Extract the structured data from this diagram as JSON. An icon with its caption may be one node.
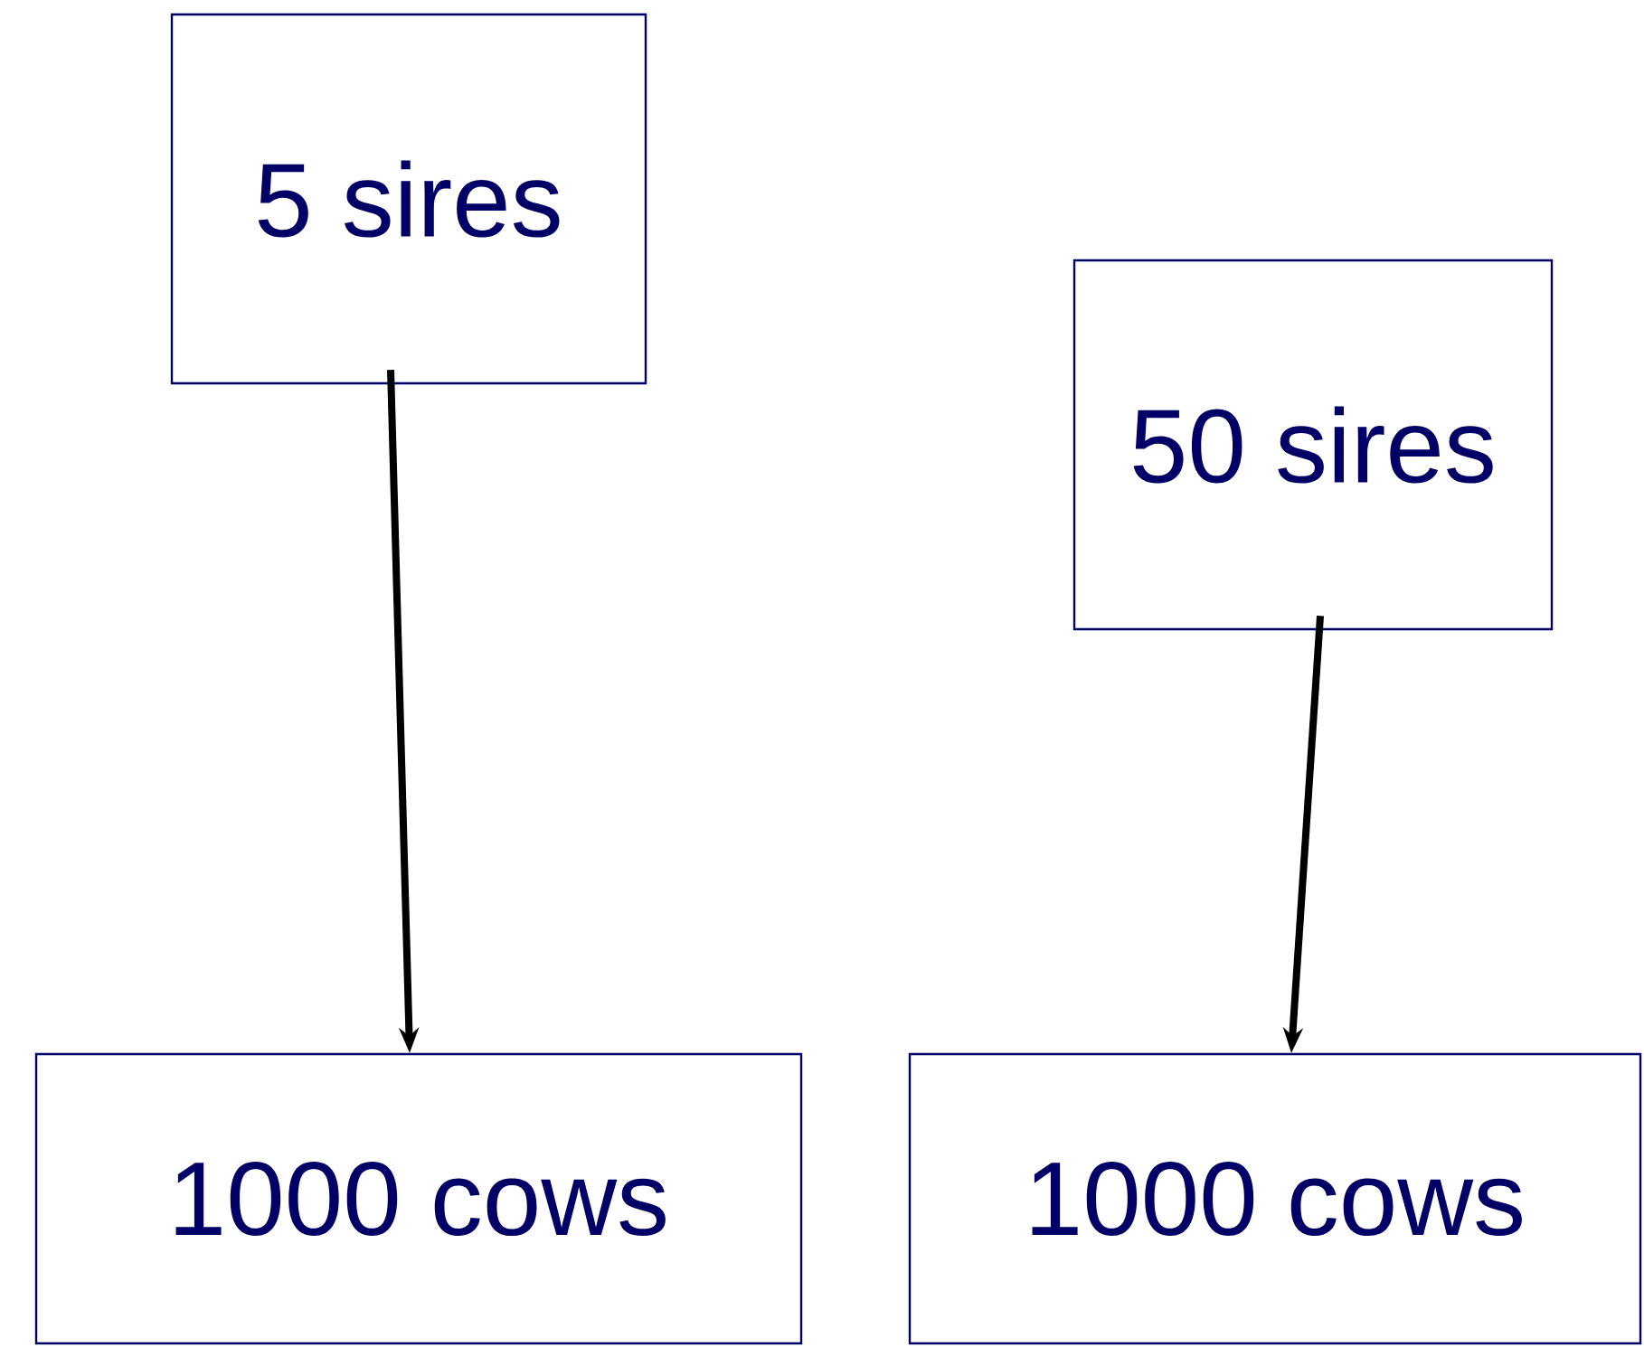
{
  "diagram": {
    "nodes": [
      {
        "text": [
          "5 sires"
        ]
      },
      {
        "text": [
          "50 sires"
        ]
      },
      {
        "text": [
          "1000 cows"
        ]
      },
      {
        "text": [
          "1000 cows"
        ]
      }
    ],
    "edges": [
      {
        "from": 0,
        "to": 2,
        "arrow": "to"
      },
      {
        "from": 1,
        "to": 3,
        "arrow": "to"
      }
    ]
  }
}
